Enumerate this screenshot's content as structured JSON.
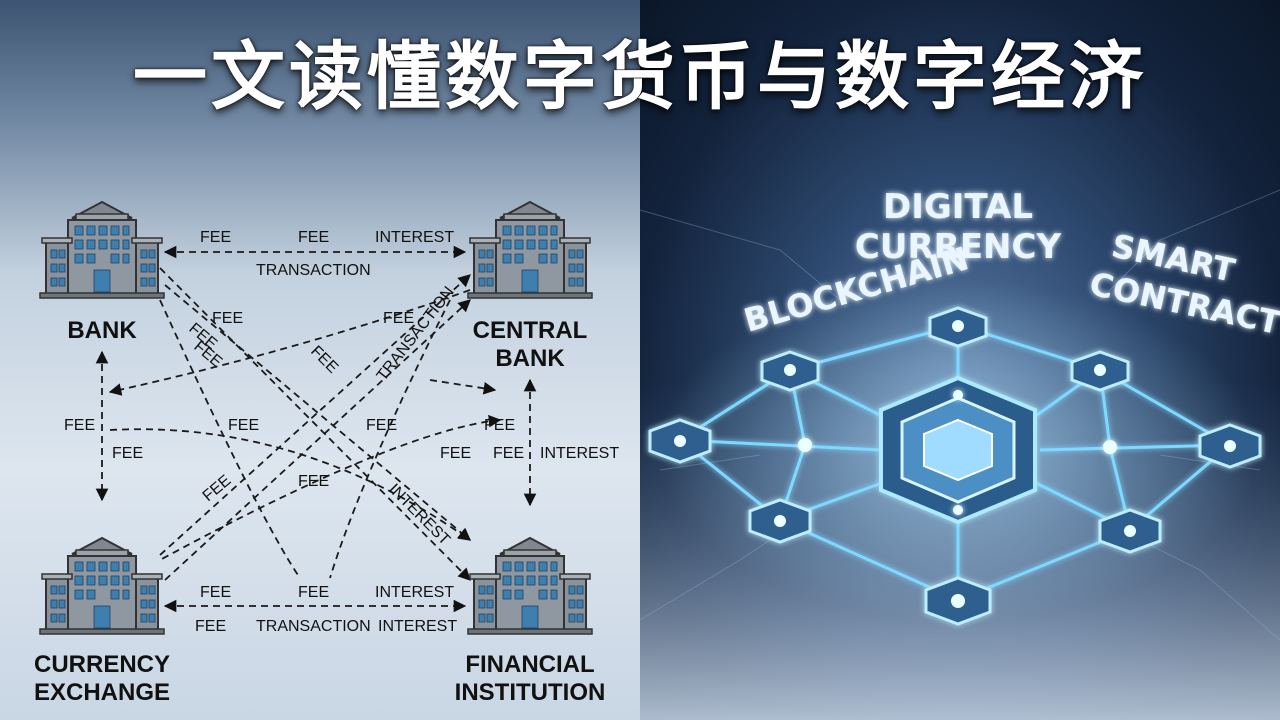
{
  "title": "一文读懂数字货币与数字经济",
  "diagram": {
    "nodes": {
      "bank": "BANK",
      "central_bank": [
        "CENTRAL",
        "BANK"
      ],
      "currency_exchange": [
        "CURRENCY",
        "EXCHANGE"
      ],
      "financial_institution": [
        "FINANCIAL",
        "INSTITUTION"
      ]
    },
    "edge_labels": {
      "fee": "FEE",
      "interest": "INTEREST",
      "transaction": "TRANSACTION"
    }
  },
  "network_labels": {
    "blockchain": "BLOCKCHAIN",
    "digital_currency": [
      "DIGITAL",
      "CURRENCY"
    ],
    "smart_contract": [
      "SMART",
      "CONTRACT"
    ]
  },
  "colors": {
    "glow": "#7fd8ff",
    "building": "#8a939c",
    "window": "#3d7fae"
  }
}
